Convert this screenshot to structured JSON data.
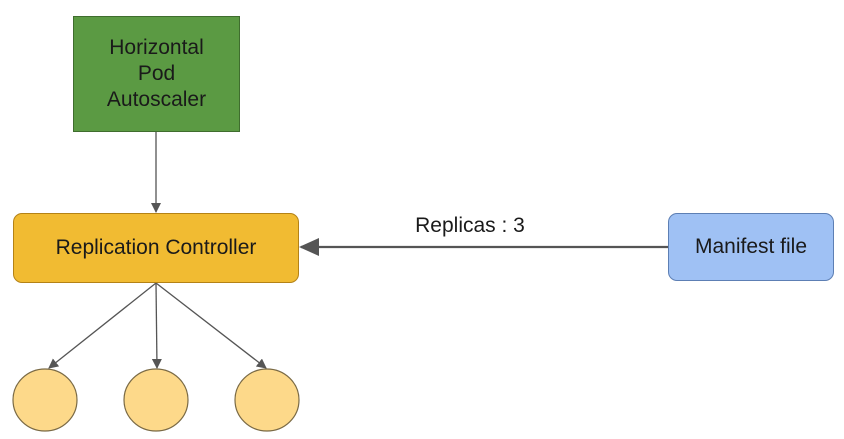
{
  "diagram": {
    "nodes": {
      "hpa": {
        "label": "Horizontal\nPod\nAutoscaler",
        "fill": "#5b9a43"
      },
      "replication_controller": {
        "label": "Replication Controller",
        "fill": "#f1bb32"
      },
      "manifest_file": {
        "label": "Manifest file",
        "fill": "#9fc1f4"
      }
    },
    "pods": {
      "count": 3,
      "fill": "#fdd98a"
    },
    "edges": {
      "manifest_to_rc_label": "Replicas : 3"
    },
    "colors": {
      "arrow": "#555555"
    }
  }
}
